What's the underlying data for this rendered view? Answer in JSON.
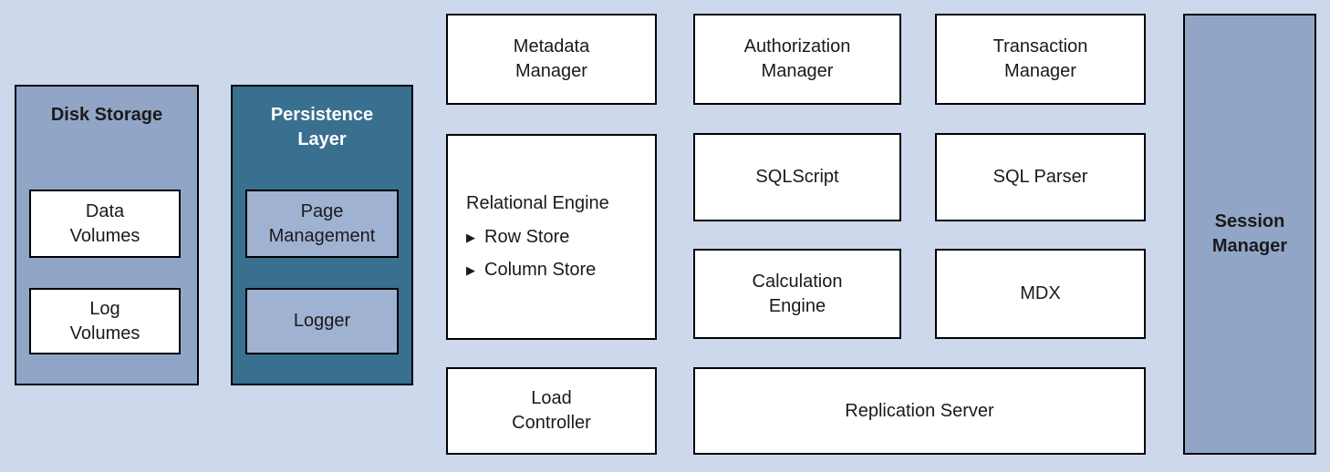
{
  "diagram": {
    "disk_storage": {
      "label": "Disk Storage",
      "children": [
        {
          "label": "Data\nVolumes"
        },
        {
          "label": "Log\nVolumes"
        }
      ]
    },
    "persistence_layer": {
      "label": "Persistence\nLayer",
      "children": [
        {
          "label": "Page\nManagement"
        },
        {
          "label": "Logger"
        }
      ]
    },
    "metadata_manager": {
      "label": "Metadata\nManager"
    },
    "relational_engine": {
      "label": "Relational Engine",
      "bullet_icon": "▶",
      "items": [
        "Row Store",
        "Column Store"
      ]
    },
    "load_controller": {
      "label": "Load\nController"
    },
    "authorization_manager": {
      "label": "Authorization\nManager"
    },
    "sqlscript": {
      "label": "SQLScript"
    },
    "calculation_engine": {
      "label": "Calculation\nEngine"
    },
    "transaction_manager": {
      "label": "Transaction\nManager"
    },
    "sql_parser": {
      "label": "SQL Parser"
    },
    "mdx": {
      "label": "MDX"
    },
    "replication_server": {
      "label": "Replication Server"
    },
    "session_manager": {
      "label": "Session\nManager"
    }
  },
  "colors": {
    "background": "#cdd8ed",
    "box_white": "#ffffff",
    "container_blue": "#91a5c6",
    "persistence_teal": "#396f8f",
    "inner_blue": "#a0b2d2",
    "border": "#000000",
    "text_dark": "#1a1a1a",
    "text_light": "#ffffff"
  }
}
